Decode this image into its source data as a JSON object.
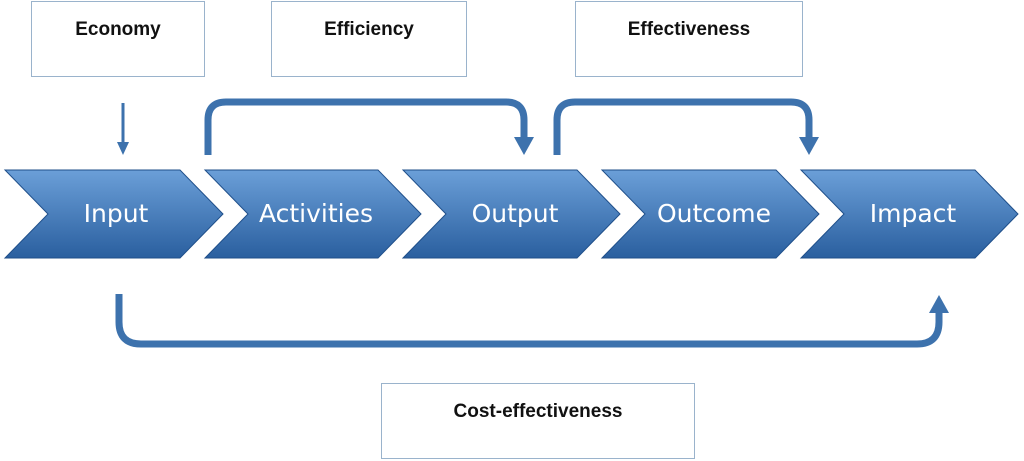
{
  "boxes": {
    "economy": "Economy",
    "efficiency": "Efficiency",
    "effectiveness": "Effectiveness",
    "cost_effectiveness": "Cost-effectiveness"
  },
  "stages": [
    "Input",
    "Activities",
    "Output",
    "Outcome",
    "Impact"
  ],
  "colors": {
    "chevron_top": "#6b9fd8",
    "chevron_bottom": "#2a5f9f",
    "arrow": "#3d72ad",
    "box_border": "#9ab3cc"
  }
}
